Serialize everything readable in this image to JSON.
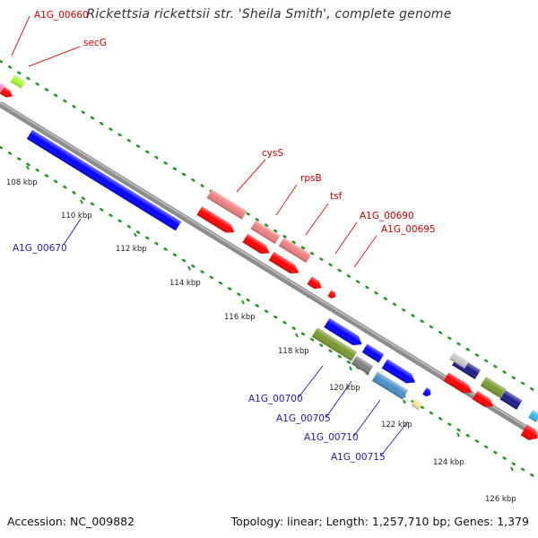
{
  "header": {
    "title": "Rickettsia rickettsii str. 'Sheila Smith', complete genome"
  },
  "footer": {
    "accession": "Accession: NC_009882",
    "summary": "Topology: linear; Length: 1,257,710 bp; Genes: 1,379"
  },
  "chart_data": {
    "type": "genome-map",
    "ticks": [
      "108 kbp",
      "110 kbp",
      "112 kbp",
      "114 kbp",
      "116 kbp",
      "118 kbp",
      "120 kbp",
      "122 kbp",
      "124 kbp",
      "126 kbp"
    ],
    "forward_labels": [
      "A1G_00660",
      "secG",
      "cysS",
      "rpsB",
      "tsf",
      "A1G_00690",
      "A1G_00695"
    ],
    "reverse_labels": [
      "A1G_00670",
      "A1G_00700",
      "A1G_00705",
      "A1G_00710",
      "A1G_00715"
    ]
  },
  "colors": {
    "backbone": "#8e8e8e",
    "cds_forward": "#ff0000",
    "cds_reverse": "#0000ff",
    "gene_forward": "#f08080",
    "label_forward": "#d10000",
    "label_reverse": "#1a1ab8",
    "dots": "#229922"
  }
}
